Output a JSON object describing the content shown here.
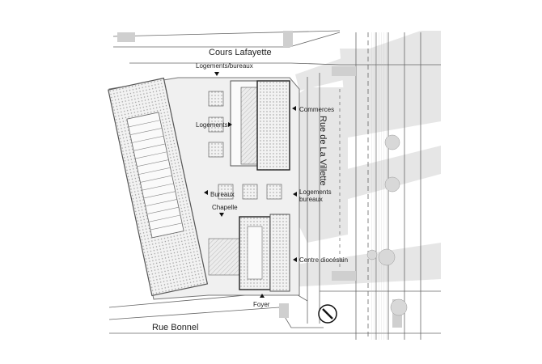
{
  "streets": {
    "north": "Cours Lafayette",
    "east": "Rue de La Villette",
    "south": "Rue Bonnel"
  },
  "labels": {
    "logements_bureaux": "Logements/bureaux",
    "commerces": "Commerces",
    "logements": "Logements",
    "bureaux": "Bureaux",
    "logements_bureaux_2a": "Logements",
    "logements_bureaux_2b": "bureaux",
    "chapelle": "Chapelle",
    "centre_diocesain": "Centre diocésain",
    "foyer": "Foyer"
  },
  "icons": {
    "entrance_marker": "black-triangle-arrow",
    "north_arrow": "compass-needle-icon"
  },
  "colors": {
    "background": "#ffffff",
    "shadow": "#e6e6e6",
    "line": "#555555",
    "hatch_fill": "#d9d9d9"
  }
}
